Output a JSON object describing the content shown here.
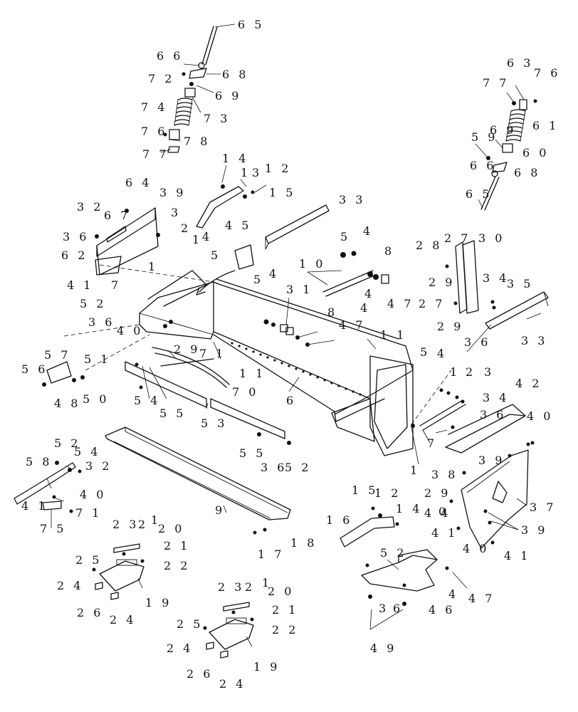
{
  "diagram": {
    "background_color": "#ffffff",
    "line_color": "#111111",
    "callouts": [
      "6 5",
      "6 6",
      "7 2",
      "6 8",
      "6 9",
      "7 4",
      "7 3",
      "7 6",
      "7 8",
      "7 7",
      "1 4",
      "1",
      "3",
      "1 2",
      "1 5",
      "6 4",
      "3 9",
      "3 2",
      "6 7",
      "3",
      "3 6",
      "2",
      "1",
      "4",
      "5",
      "4 5",
      "6 2",
      "1",
      "7",
      "4 1",
      "5 2",
      "3 6",
      "4 0",
      "3 3",
      "5",
      "4",
      "8",
      "1 0",
      "5",
      "4",
      "3 1",
      "8",
      "4",
      "4",
      "4 7",
      "4 7",
      "2 9",
      "7 1",
      "1 1",
      "1 1",
      "5 7",
      "5 6",
      "5 1",
      "4 8",
      "5 0",
      "5 4",
      "5 5",
      "7 0",
      "6",
      "5 3",
      "6 3",
      "7 6",
      "7 7",
      "6 1",
      "5 9",
      "6 9",
      "6 0",
      "6 6",
      "6 8",
      "6 5",
      "2 8",
      "2 7",
      "3 0",
      "2 9",
      "3 4",
      "3 5",
      "2 7",
      "2 9",
      "3 6",
      "3 3",
      "5",
      "4",
      "1",
      "2",
      "3",
      "3 4",
      "4 2",
      "3 6",
      "4 0",
      "1",
      "7",
      "5 8",
      "5 2",
      "5 4",
      "3 2",
      "4 0",
      "4 1",
      "7 5",
      "7 1",
      "5 5",
      "3 6",
      "5 2",
      "9",
      "1 5",
      "1 2",
      "1 6",
      "1 4",
      "1 7",
      "1 8",
      "3 9",
      "3 8",
      "2 9",
      "4 4",
      "0",
      "3 7",
      "4 1",
      "3 9",
      "4 0",
      "4 1",
      "2 3",
      "2",
      "1",
      "2 0",
      "2 1",
      "2 5",
      "2 2",
      "2 4",
      "2 6",
      "2 4",
      "1 9",
      "5 2",
      "4",
      "4 7",
      "3",
      "6",
      "4 6",
      "4 9",
      "2 3",
      "2",
      "1",
      "2 0",
      "2 1",
      "2 5",
      "2 2",
      "2 4",
      "2 6",
      "2 4",
      "1 9"
    ]
  }
}
